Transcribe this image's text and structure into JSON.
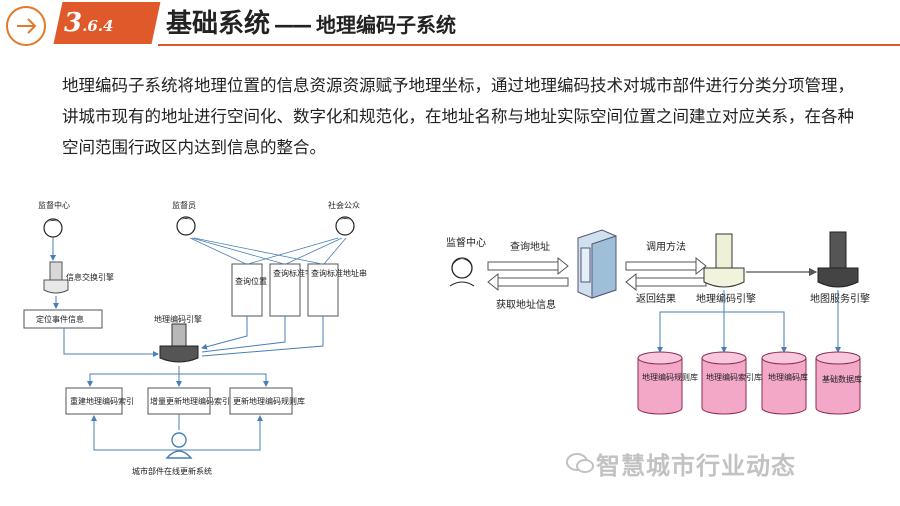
{
  "header": {
    "section_big": "3",
    "section_small": ".6.4",
    "title": "基础系统",
    "dash": "——",
    "subtitle": "地理编码子系统",
    "accent": "#e0592a"
  },
  "paragraph": "地理编码子系统将地理位置的信息资源资源赋予地理坐标，通过地理编码技术对城市部件进行分类分项管理，讲城市现有的地址进行空间化、数字化和规范化，在地址名称与地址实际空间位置之间建立对应关系，在各种空间范围行政区内达到信息的整合。",
  "left_diagram": {
    "supervision_center": "监督中心",
    "supervisor": "监督员",
    "public": "社会公众",
    "exchange_engine": "信息交换引擎",
    "locate_event": "定位事件信息",
    "geocode_engine": "地理编码引擎",
    "query_position": "查询位置",
    "query_standard_address": "查询标准字符串",
    "query_standard_address2": "查询标准地址串",
    "rebuild_index": "重建地理编码索引",
    "incremental_update": "增量更新地理编码索引",
    "update_rules": "更新地理编码规则库",
    "online_update_system": "城市部件在线更新系统"
  },
  "right_diagram": {
    "supervision_center": "监督中心",
    "query_address": "查询地址",
    "get_address_info": "获取地址信息",
    "call_method": "调用方法",
    "return_result": "返回结果",
    "geocode_engine": "地理编码引擎",
    "map_service_engine": "地图服务引擎",
    "db1": "地理编码规则库",
    "db2": "地理编码索引库",
    "db3": "地理编码库",
    "db4": "基础数据库"
  },
  "watermark": "智慧城市行业动态"
}
